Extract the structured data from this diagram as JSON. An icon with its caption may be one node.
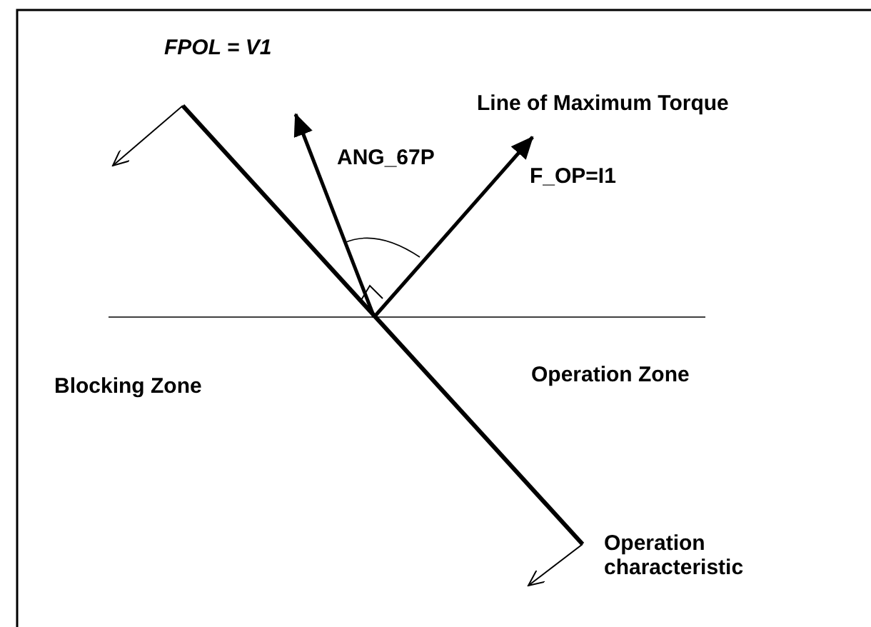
{
  "diagram": {
    "labels": [
      "FPOL = V1",
      "Line of Maximum Torque",
      "ANG_67P",
      "F_OP=I1",
      "Blocking Zone",
      "Operation Zone",
      "Operation characteristic"
    ]
  }
}
